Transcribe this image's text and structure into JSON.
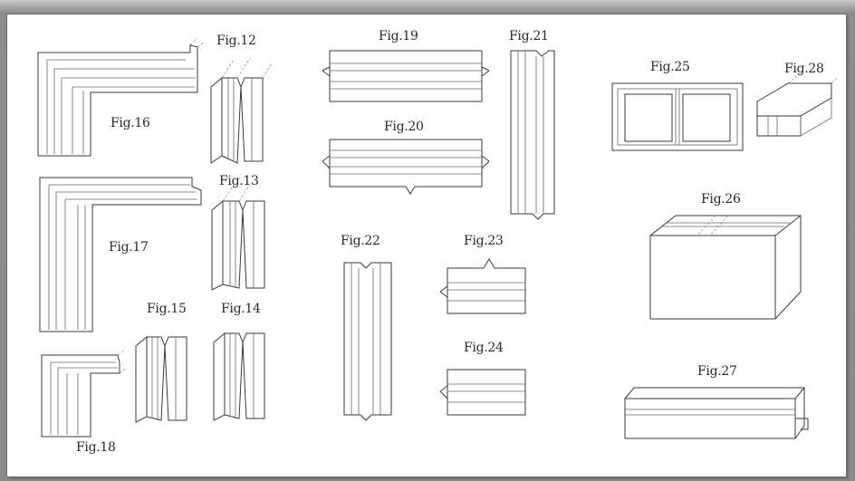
{
  "figures": [
    {
      "id": "12",
      "label": "Fig.12"
    },
    {
      "id": "13",
      "label": "Fig.13"
    },
    {
      "id": "14",
      "label": "Fig.14"
    },
    {
      "id": "15",
      "label": "Fig.15"
    },
    {
      "id": "16",
      "label": "Fig.16"
    },
    {
      "id": "17",
      "label": "Fig.17"
    },
    {
      "id": "18",
      "label": "Fig.18"
    },
    {
      "id": "19",
      "label": "Fig.19"
    },
    {
      "id": "20",
      "label": "Fig.20"
    },
    {
      "id": "21",
      "label": "Fig.21"
    },
    {
      "id": "22",
      "label": "Fig.22"
    },
    {
      "id": "23",
      "label": "Fig.23"
    },
    {
      "id": "24",
      "label": "Fig.24"
    },
    {
      "id": "25",
      "label": "Fig.25"
    },
    {
      "id": "26",
      "label": "Fig.26"
    },
    {
      "id": "27",
      "label": "Fig.27"
    },
    {
      "id": "28",
      "label": "Fig.28"
    }
  ]
}
